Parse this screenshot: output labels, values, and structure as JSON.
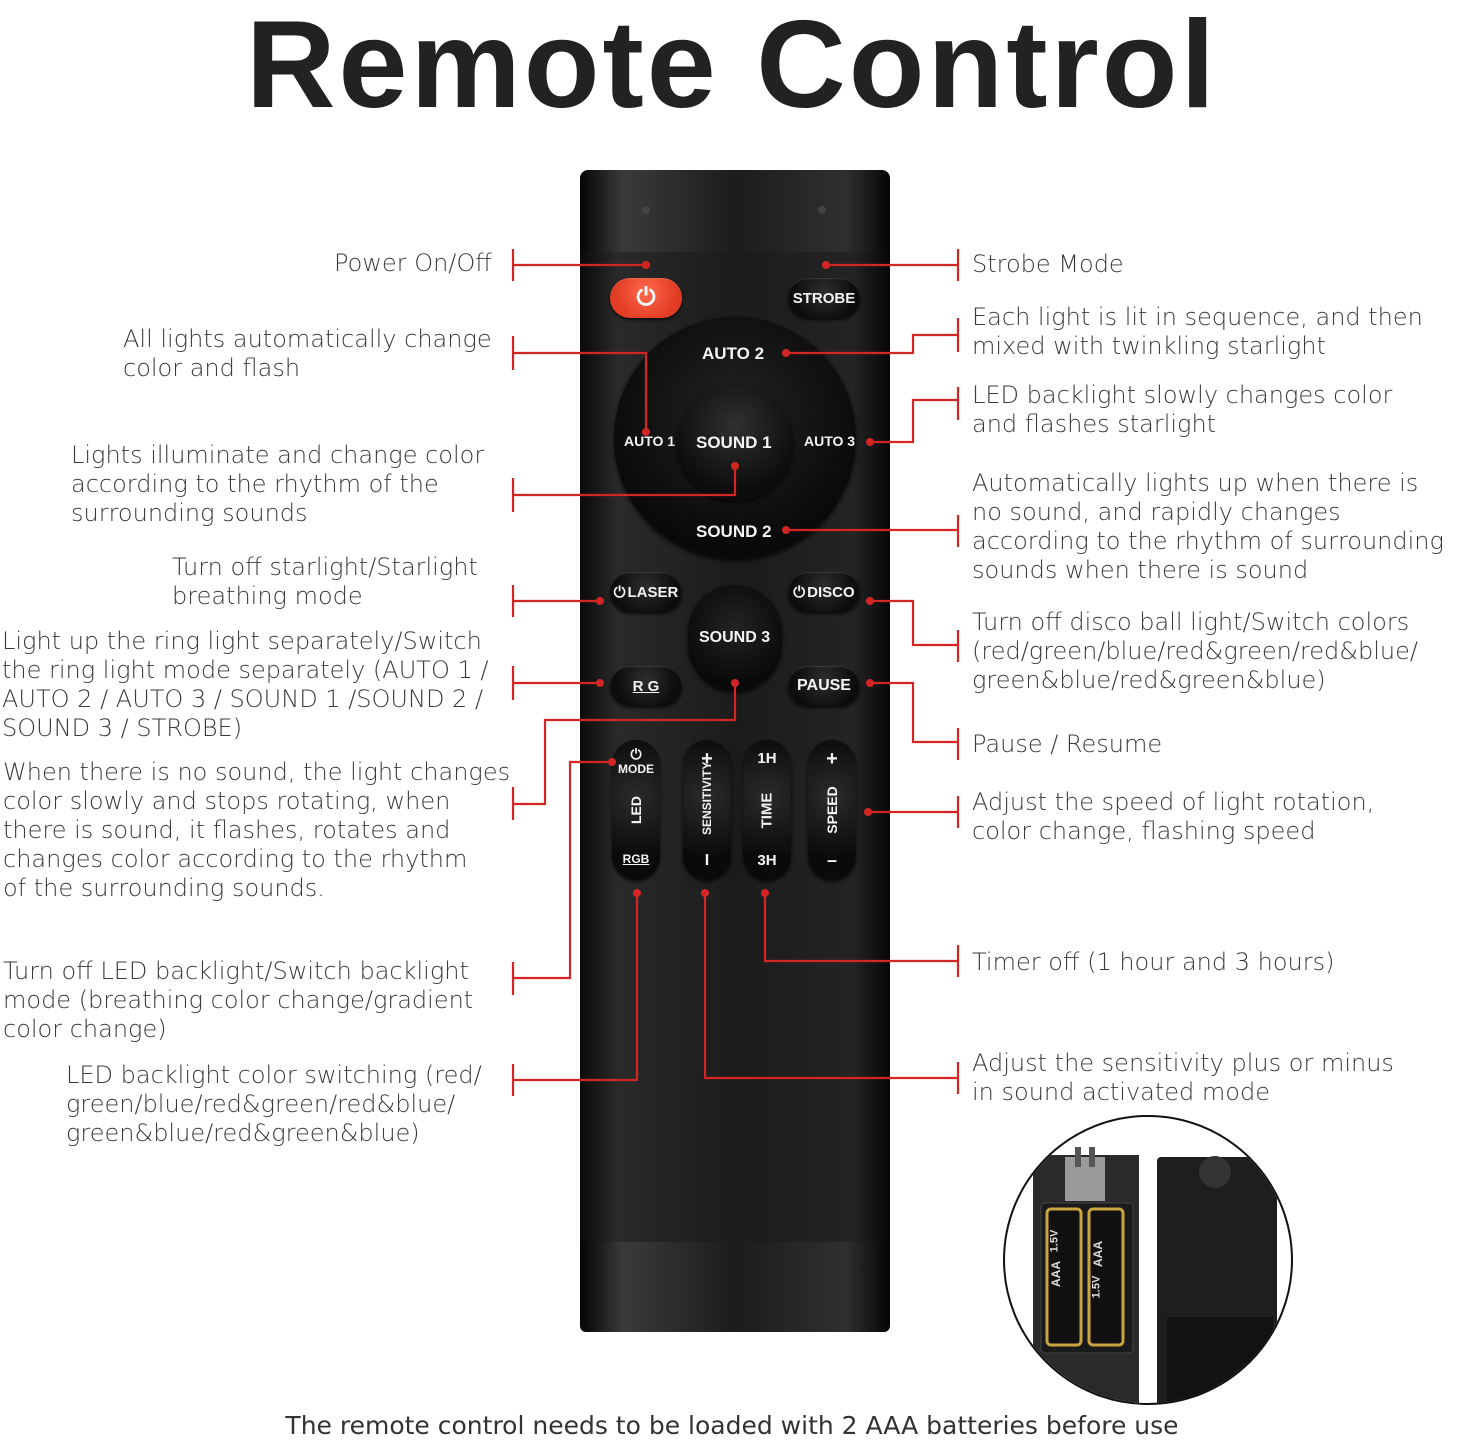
{
  "title": "Remote Control",
  "footer": "The remote control needs to be loaded with 2 AAA batteries before use",
  "colors": {
    "callout_line": "#d42525",
    "power_button": "#e9432a",
    "remote_body": "#1c1c1c"
  },
  "buttons": {
    "strobe": "STROBE",
    "auto1": "AUTO 1",
    "auto2": "AUTO 2",
    "auto3": "AUTO 3",
    "sound1": "SOUND 1",
    "sound2": "SOUND 2",
    "sound3": "SOUND 3",
    "laser": "LASER",
    "disco": "DISCO",
    "rg": "R G",
    "pause": "PAUSE",
    "mode": "MODE",
    "led": "LED",
    "rgb": "RGB",
    "sensitivity": "SENSITIVITY",
    "sens_plus": "+",
    "sens_minus": "I",
    "time": "TIME",
    "time_1h": "1H",
    "time_3h": "3H",
    "speed": "SPEED",
    "speed_plus": "+",
    "speed_minus": "–"
  },
  "battery": {
    "type": "AAA",
    "voltage": "1.5V"
  },
  "left_labels": [
    "Power On/Off",
    "All lights automatically change\ncolor and flash",
    "Lights illuminate and change color\naccording to the rhythm of the\nsurrounding sounds",
    "Turn off starlight/Starlight\nbreathing mode",
    "Light up the ring light separately/Switch\nthe ring light mode separately (AUTO 1 /\nAUTO 2 / AUTO 3 / SOUND 1 /SOUND 2 /\nSOUND 3 / STROBE)",
    "When there is no sound, the light changes\ncolor slowly and stops rotating, when\nthere is sound, it flashes, rotates and\nchanges color according to the rhythm\nof the surrounding sounds.",
    "Turn off LED backlight/Switch backlight\nmode (breathing color change/gradient\ncolor change)",
    "LED backlight color switching (red/\ngreen/blue/red&green/red&blue/\ngreen&blue/red&green&blue)"
  ],
  "right_labels": [
    "Strobe Mode",
    "Each light is lit in sequence, and then\nmixed with twinkling starlight",
    "LED backlight slowly changes color\nand flashes starlight",
    "Automatically lights up when there is\nno sound, and rapidly changes\naccording to the rhythm of surrounding\nsounds when there is sound",
    "Turn off disco ball light/Switch colors\n(red/green/blue/red&green/red&blue/\ngreen&blue/red&green&blue)",
    "Pause / Resume",
    "Adjust the speed of light rotation,\ncolor change, flashing speed",
    "Timer off (1 hour and 3 hours)",
    "Adjust the sensitivity plus or minus\nin sound activated mode"
  ]
}
